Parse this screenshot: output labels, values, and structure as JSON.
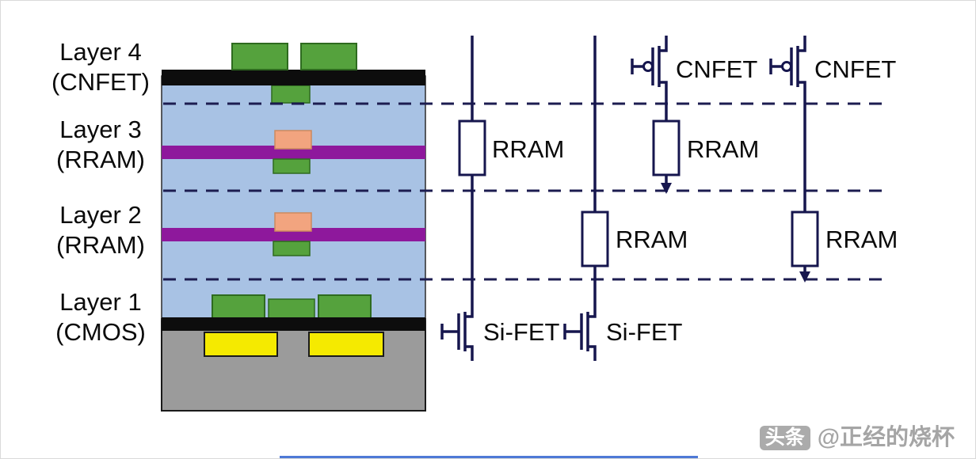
{
  "layers": [
    {
      "name": "Layer 4",
      "tech": "(CNFET)"
    },
    {
      "name": "Layer 3",
      "tech": "(RRAM)"
    },
    {
      "name": "Layer 2",
      "tech": "(RRAM)"
    },
    {
      "name": "Layer 1",
      "tech": "(CMOS)"
    }
  ],
  "schematic": {
    "cnfet_labels": [
      "CNFET",
      "CNFET"
    ],
    "rram_labels": [
      "RRAM",
      "RRAM",
      "RRAM",
      "RRAM"
    ],
    "sifet_labels": [
      "Si-FET",
      "Si-FET"
    ]
  },
  "watermark": {
    "brand": "头条",
    "handle": "@正经的烧杯"
  },
  "colors": {
    "dielectric_blue": "#a8c2e4",
    "rram_purple": "#8e189c",
    "metal_green": "#55a23d",
    "via_orange": "#f2a47f",
    "contact_yellow": "#f5ea00",
    "substrate_gray": "#9b9b9b",
    "metal_black": "#0d0d0d",
    "wire_navy": "#16164e",
    "resistor_fill": "#ffffff"
  }
}
